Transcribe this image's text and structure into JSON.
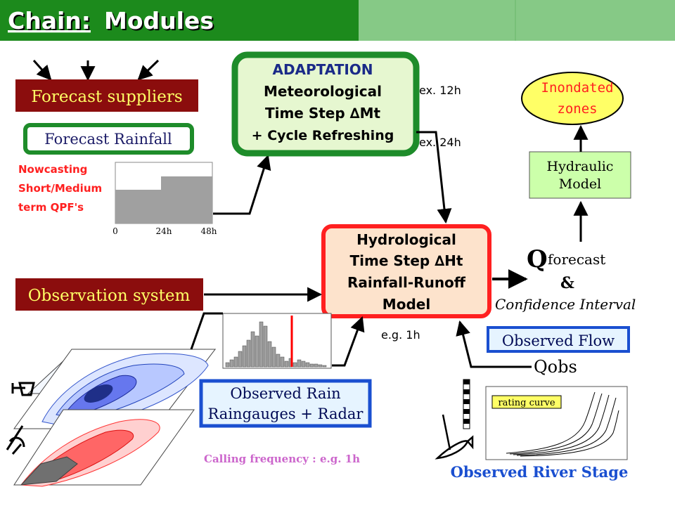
{
  "header": {
    "title_prefix": "Chain:",
    "title_main": "Modules",
    "colors": {
      "bar_dark": "#1c8a1c",
      "bar_light": "#86c986"
    }
  },
  "forecast": {
    "suppliers_label": "Forecast suppliers",
    "rainfall_label": "Forecast Rainfall",
    "nowcasting_lines": [
      "Nowcasting",
      "Short/Medium",
      "term QPF's"
    ],
    "chart": {
      "ticks": [
        "0",
        "24h",
        "48h"
      ]
    }
  },
  "adaptation": {
    "lines": [
      "ADAPTATION",
      "Meteorological",
      "Time Step ∆Mt",
      "+ Cycle Refreshing"
    ],
    "example_1": "ex. 12h",
    "example_2": "ex. 24h"
  },
  "hydrological": {
    "lines": [
      "Hydrological",
      "Time Step ∆Ht",
      "Rainfall-Runoff",
      "Model"
    ],
    "example": "e.g. 1h"
  },
  "output": {
    "q_letter": "Q",
    "q_sub": "forecast",
    "ampersand": "&",
    "confidence": "Confidence Interval"
  },
  "hydraulic": {
    "lines": [
      "Hydraulic",
      "Model"
    ]
  },
  "inondated": {
    "lines": [
      "Inondated",
      "zones"
    ]
  },
  "observation": {
    "system_label": "Observation system",
    "rain_lines": [
      "Observed Rain",
      "Raingauges + Radar"
    ],
    "calling_frequency": "Calling frequency : e.g. 1h"
  },
  "flow": {
    "observed_flow": "Observed Flow",
    "q_obs": "Qobs",
    "rating_curve": "rating curve",
    "river_stage": "Observed River Stage"
  },
  "colors": {
    "dark_red": "#8b0d0d",
    "green": "#1e8c2a",
    "light_green": "#e6f7d0",
    "red": "#ff2020",
    "peach": "#fde3cc",
    "blue": "#1a4fd0",
    "yellow": "#ffff66"
  }
}
